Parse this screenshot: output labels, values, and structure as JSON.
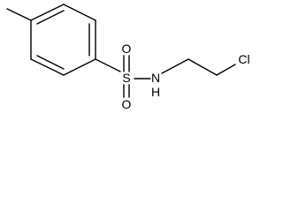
{
  "molecule": {
    "atoms": {
      "sulfur": "S",
      "oxygen_top": "O",
      "oxygen_bottom": "O",
      "nitrogen": "N",
      "hydrogen": "H",
      "chlorine": "Cl"
    },
    "colors": {
      "bond": "#000000",
      "label": "#000000",
      "background": "#ffffff"
    }
  }
}
